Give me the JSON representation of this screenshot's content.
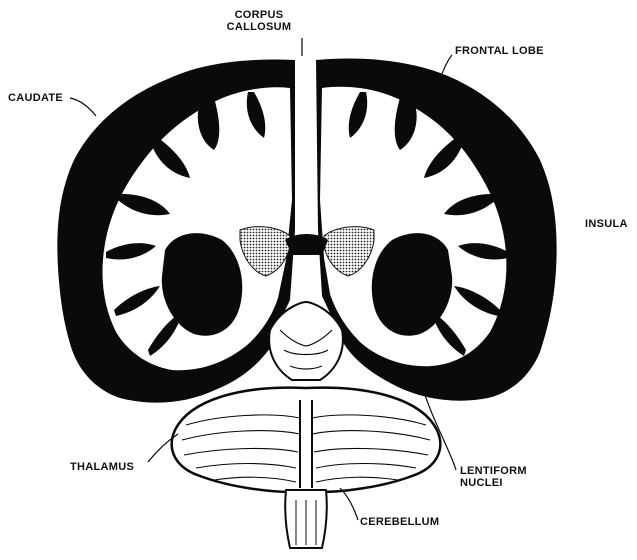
{
  "figure": {
    "labels": {
      "corpus_line1": "CORPUS",
      "corpus_line2": "CALLOSUM",
      "frontal_lobe": "FRONTAL LOBE",
      "caudate": "CAUDATE",
      "insula": "INSULA",
      "thalamus": "THALAMUS",
      "lentiform_line1": "LENTIFORM",
      "lentiform_line2": "NUCLEI",
      "cerebellum": "CEREBELLUM"
    },
    "colors": {
      "ink": "#0a0a0a",
      "paper": "#ffffff",
      "shade": "#9a9a9a"
    }
  }
}
